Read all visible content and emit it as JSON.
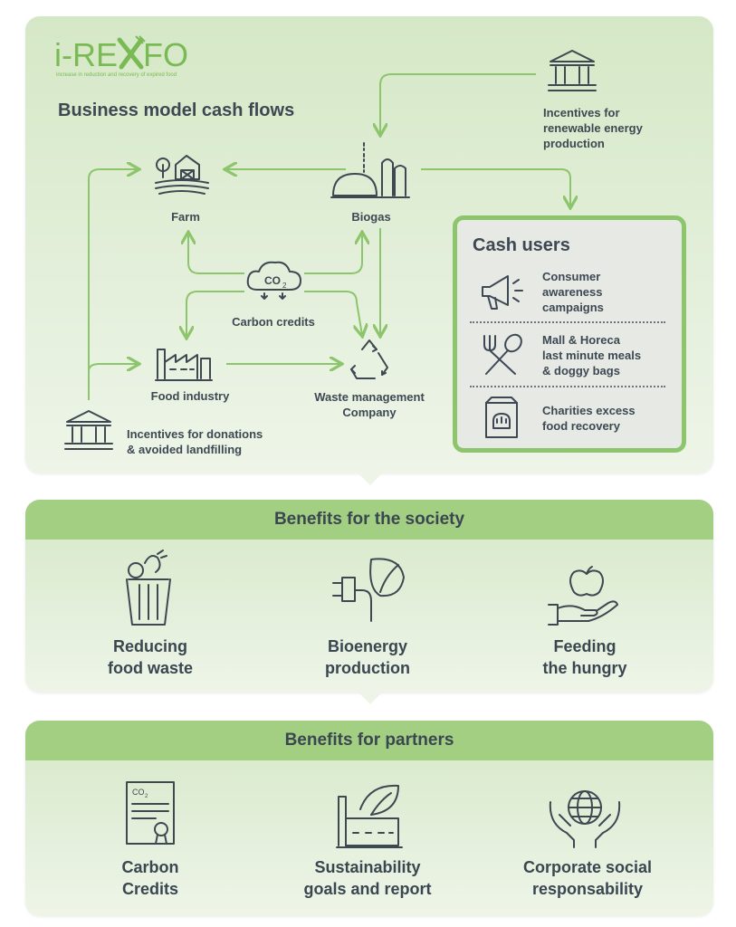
{
  "logo": {
    "name": "i-REXFO",
    "tagline": "increase in reduction and recovery of expired food"
  },
  "top": {
    "title": "Business model cash flows",
    "incentives_energy": [
      "Incentives for",
      "renewable energy",
      "production"
    ],
    "farm": "Farm",
    "biogas": "Biogas",
    "carbon_credits": "Carbon credits",
    "food_industry": "Food industry",
    "waste_management": [
      "Waste management",
      "Company"
    ],
    "incentives_donations": [
      "Incentives for donations",
      "& avoided landfilling"
    ]
  },
  "cash_users": {
    "title": "Cash users",
    "items": [
      {
        "lines": [
          "Consumer",
          "awareness",
          "campaigns"
        ],
        "icon": "megaphone-icon"
      },
      {
        "lines": [
          "Mall & Horeca",
          "last minute meals",
          "& doggy bags"
        ],
        "icon": "fork-spoon-icon"
      },
      {
        "lines": [
          "Charities excess",
          "food recovery"
        ],
        "icon": "food-bag-icon"
      }
    ]
  },
  "society": {
    "title": "Benefits for the society",
    "items": [
      {
        "lines": [
          "Reducing",
          "food waste"
        ],
        "icon": "food-bin-icon"
      },
      {
        "lines": [
          "Bioenergy",
          "production"
        ],
        "icon": "plug-leaf-icon"
      },
      {
        "lines": [
          "Feeding",
          "the hungry"
        ],
        "icon": "hand-apple-icon"
      }
    ]
  },
  "partners": {
    "title": "Benefits for partners",
    "items": [
      {
        "lines": [
          "Carbon",
          "Credits"
        ],
        "icon": "certificate-icon"
      },
      {
        "lines": [
          "Sustainability",
          "goals and report"
        ],
        "icon": "factory-leaf-icon"
      },
      {
        "lines": [
          "Corporate social",
          "responsability"
        ],
        "icon": "hands-globe-icon"
      }
    ]
  },
  "colors": {
    "accent": "#8cc56c",
    "band": "#a3cf83",
    "text": "#3d4852",
    "panel": "#dcebd0"
  }
}
